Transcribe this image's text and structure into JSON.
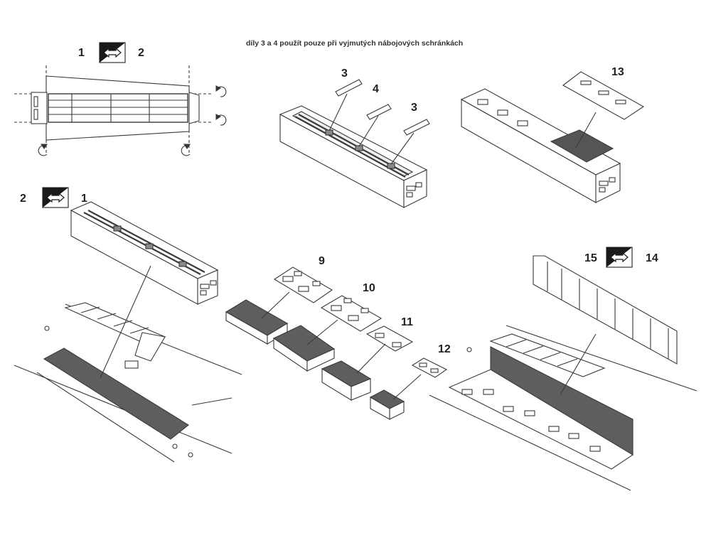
{
  "note": "díly 3 a 4 použít pouze při vyjmutých nábojových schránkách",
  "panels": {
    "flip_top": {
      "left": "1",
      "right": "2"
    },
    "flip_mid": {
      "left": "2",
      "right": "1"
    },
    "flip_right": {
      "left": "15",
      "right": "14"
    }
  },
  "parts": {
    "p3a": "3",
    "p4": "4",
    "p3b": "3",
    "p13": "13",
    "p9": "9",
    "p10": "10",
    "p11": "11",
    "p12": "12"
  },
  "icons": [
    "flip-arrows-icon",
    "rotate-arrow-icon"
  ],
  "colors": {
    "line": "#3a3a3a",
    "fill_dark": "#5e5e5e",
    "fill_light": "#ffffff"
  }
}
